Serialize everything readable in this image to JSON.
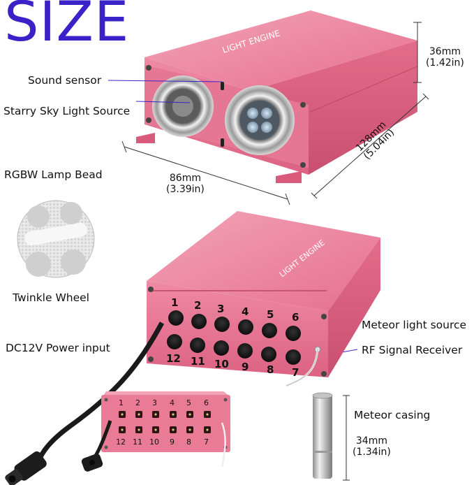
{
  "title": "SIZE",
  "labels": {
    "sound_sensor": "Sound sensor",
    "starry_sky": "Starry Sky Light Source",
    "rgbw": "RGBW Lamp Bead",
    "twinkle": "Twinkle Wheel",
    "dc_power": "DC12V Power input",
    "meteor_source": "Meteor light source",
    "rf_receiver": "RF Signal Receiver",
    "meteor_casing": "Meteor casing"
  },
  "dimensions": {
    "height_mm": "36mm",
    "height_in": "(1.42in)",
    "length_mm": "128mm",
    "length_in": "(5.04in)",
    "width_mm": "86mm",
    "width_in": "(3.39in)",
    "casing_mm": "34mm",
    "casing_in": "(1.34in)"
  },
  "device": {
    "brand_text": "LIGHT ENGINE",
    "port_numbers_top": [
      "1",
      "2",
      "3",
      "4",
      "5",
      "6"
    ],
    "port_numbers_bottom": [
      "12",
      "11",
      "10",
      "9",
      "8",
      "7"
    ]
  },
  "colors": {
    "title": "#3a22c8",
    "body": "#e86a8c",
    "leader": "#3a22c8"
  }
}
